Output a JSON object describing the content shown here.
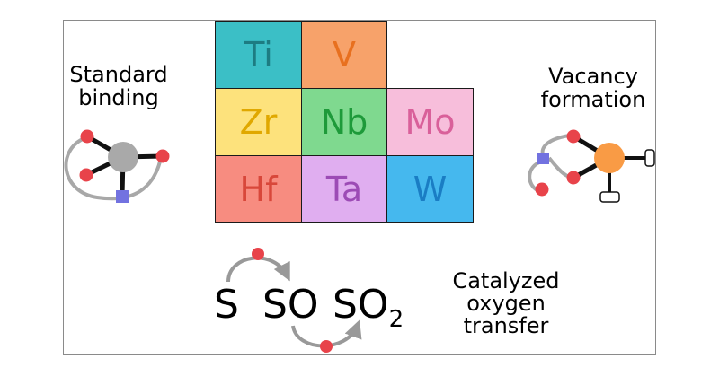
{
  "labels": {
    "standard_binding": [
      "Standard",
      "binding"
    ],
    "vacancy_formation": [
      "Vacancy",
      "formation"
    ],
    "catalyzed_transfer": [
      "Catalyzed",
      "oxygen",
      "transfer"
    ]
  },
  "periodic_table": {
    "cells": [
      {
        "symbol": "Ti",
        "bg": "#3bbfc6",
        "fg": "#1d7c82"
      },
      {
        "symbol": "V",
        "bg": "#f7a26a",
        "fg": "#e8701f"
      },
      {
        "symbol": "Zr",
        "bg": "#fde27c",
        "fg": "#e0a800"
      },
      {
        "symbol": "Nb",
        "bg": "#7fd98f",
        "fg": "#1e9a3a"
      },
      {
        "symbol": "Mo",
        "bg": "#f7bedb",
        "fg": "#d9609a"
      },
      {
        "symbol": "Hf",
        "bg": "#f78c80",
        "fg": "#d8473a"
      },
      {
        "symbol": "Ta",
        "bg": "#e0aef0",
        "fg": "#9c4bb5"
      },
      {
        "symbol": "W",
        "bg": "#45b8ee",
        "fg": "#1a7dc4"
      }
    ]
  },
  "reaction": {
    "s": "S",
    "so": "SO",
    "so2_base": "SO",
    "so2_sub": "2"
  },
  "colors": {
    "oxygen": "#e8434a",
    "metal_gray": "#a9a9a9",
    "metal_orange": "#f99b45",
    "vacancy_site": "#7272e0",
    "arrow": "#999999",
    "bond": "#111111"
  }
}
